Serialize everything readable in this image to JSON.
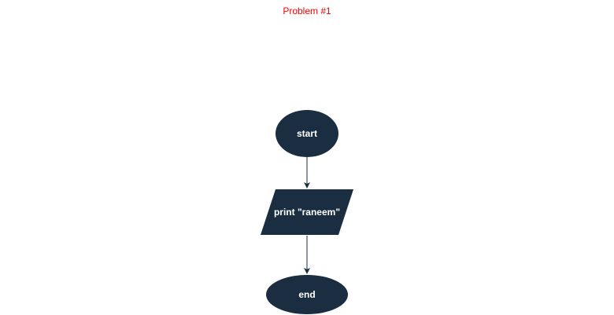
{
  "title": {
    "text": "Problem #1",
    "color": "#ff0000"
  },
  "colors": {
    "node_fill": "#1b2d40",
    "node_text": "#ffffff",
    "connector": "#1b2d40"
  },
  "nodes": {
    "start": {
      "label": "start",
      "shape": "ellipse"
    },
    "print": {
      "label": "print \"raneem\"",
      "shape": "parallelogram"
    },
    "end": {
      "label": "end",
      "shape": "ellipse"
    }
  }
}
